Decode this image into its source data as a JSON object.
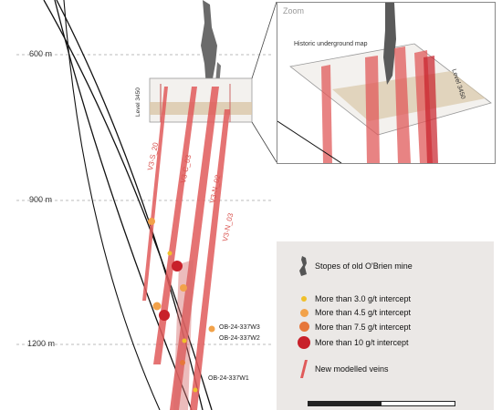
{
  "depths": [
    "600 m",
    "900 m",
    "1200 m"
  ],
  "level_label": "Level 3450",
  "vein_labels": [
    "V3-S_20",
    "V3-C_03",
    "V3-N_02",
    "V3-N_03"
  ],
  "hole_labels": [
    "OB-24-337W3",
    "OB-24-337W2",
    "OB-24-337W1"
  ],
  "zoom": {
    "title": "Zoom",
    "map_label": "Historic underground map",
    "level_label": "Level 3450"
  },
  "legend": {
    "stopes": "Stopes of old O'Brien mine",
    "g3": "More than 3.0 g/t intercept",
    "g45": "More than 4.5 g/t intercept",
    "g75": "More than 7.5 g/t intercept",
    "g10": "More than 10 g/t intercept",
    "veins": "New modelled veins"
  },
  "colors": {
    "vein": "#e05a5a",
    "g3": "#f0c02a",
    "g45": "#f2a24a",
    "g75": "#e6763a",
    "g10": "#c8202a",
    "stope": "#555555"
  }
}
